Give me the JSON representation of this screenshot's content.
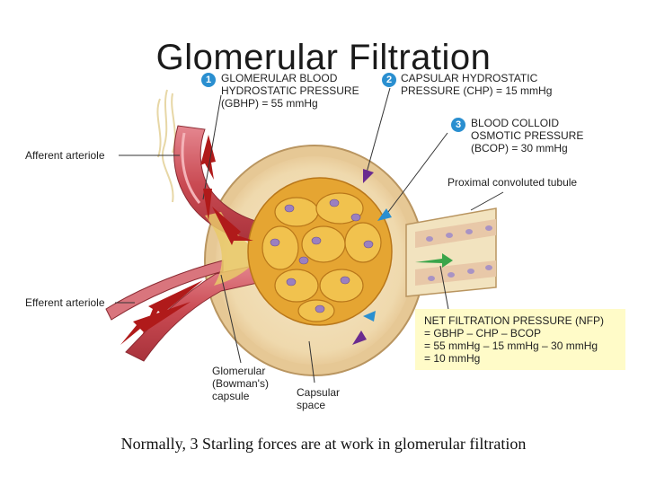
{
  "slide": {
    "title": "Glomerular Filtration",
    "caption": "Normally, 3 Starling forces are at work in glomerular filtration"
  },
  "labels": {
    "afferent": "Afferent arteriole",
    "efferent": "Efferent arteriole",
    "proximal": "Proximal convoluted tubule",
    "capsule": [
      "Glomerular",
      "(Bowman's)",
      "capsule"
    ],
    "space": [
      "Capsular",
      "space"
    ]
  },
  "forces": [
    {
      "number": "1",
      "lines": [
        "GLOMERULAR BLOOD",
        "HYDROSTATIC PRESSURE",
        "(GBHP) = 55 mmHg"
      ]
    },
    {
      "number": "2",
      "lines": [
        "CAPSULAR HYDROSTATIC",
        "PRESSURE (CHP) = 15 mmHg"
      ]
    },
    {
      "number": "3",
      "lines": [
        "BLOOD COLLOID",
        "OSMOTIC PRESSURE",
        "(BCOP) = 30 mmHg"
      ]
    }
  ],
  "nfp": {
    "lines": [
      "NET FILTRATION PRESSURE (NFP)",
      "= GBHP – CHP – BCOP",
      "= 55 mmHg – 15 mmHg – 30 mmHg",
      "= 10 mmHg"
    ]
  },
  "colors": {
    "badge": "#2a8fd0",
    "nfp_box": "#fffbc8",
    "arteriole": "#c94a52",
    "glomerulus": "#e5a532",
    "capsule": "#f1dfb8",
    "arrow_gbhp": "#b01a1a",
    "arrow_chp": "#6a2b8f",
    "arrow_bcop": "#2a8fd0",
    "arrow_nfp": "#3aa54a"
  }
}
